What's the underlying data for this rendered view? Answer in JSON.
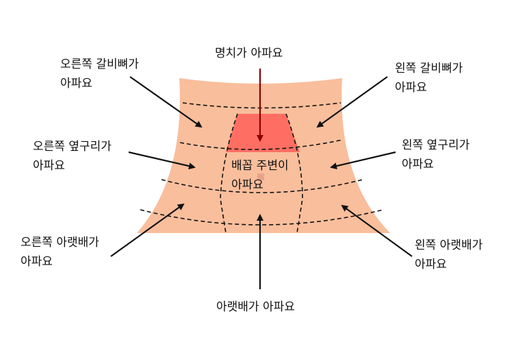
{
  "colors": {
    "skin": "#F9BE9C",
    "epigastric_highlight": "#FF6E63",
    "navel_dot": "#E8A38A",
    "line": "#111111",
    "arrow_dark": "#1a1a1a",
    "arrow_highlight": "#8B0000"
  },
  "highlighted_region": "epigastric",
  "labels": {
    "epigastric": "명치가 아파요",
    "right_upper": {
      "line1": "오른쪽 갈비뼈가",
      "line2": "아파요"
    },
    "left_upper": {
      "line1": "왼쪽 갈비뼈가",
      "line2": "아파요"
    },
    "right_flank": {
      "line1": "오른쪽 옆구리가",
      "line2": "아파요"
    },
    "left_flank": {
      "line1": "왼쪽 옆구리가",
      "line2": "아파요"
    },
    "periumbilical": {
      "line1": "배꼽 주변이",
      "line2": "아파요"
    },
    "right_lower": {
      "line1": "오른쪽 아랫배가",
      "line2": "아파요"
    },
    "left_lower": {
      "line1": "왼쪽 아랫배가",
      "line2": "아파요"
    },
    "lower_abdomen": "아랫배가 아파요"
  }
}
